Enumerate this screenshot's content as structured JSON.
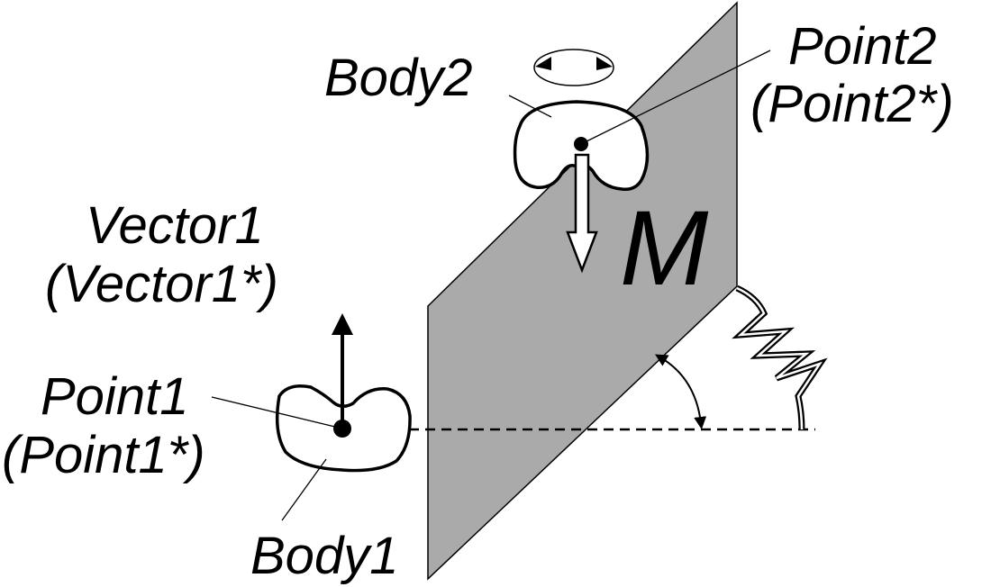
{
  "labels": {
    "body2": "Body2",
    "point2": "Point2",
    "point2_star": "(Point2*)",
    "vector1": "Vector1",
    "vector1_star": "(Vector1*)",
    "point1": "Point1",
    "point1_star": "(Point1*)",
    "body1": "Body1",
    "m": "M"
  },
  "colors": {
    "plane": "#aaaaaa",
    "ink": "#000000",
    "background": "#ffffff"
  }
}
